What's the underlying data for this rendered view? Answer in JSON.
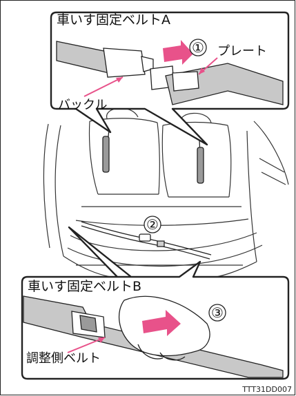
{
  "labels": {
    "belt_a_title": "車いす固定ベルトA",
    "belt_b_title": "車いす固定ベルトB",
    "buckle": "バックル",
    "plate": "プレート",
    "adjust_belt": "調整側ベルト"
  },
  "steps": [
    "①",
    "②",
    "③"
  ],
  "image_code": "TTT31DD007",
  "colors": {
    "arrow_pink": "#e8528a",
    "belt_gray": "#c8c8c8",
    "line": "#222222"
  }
}
